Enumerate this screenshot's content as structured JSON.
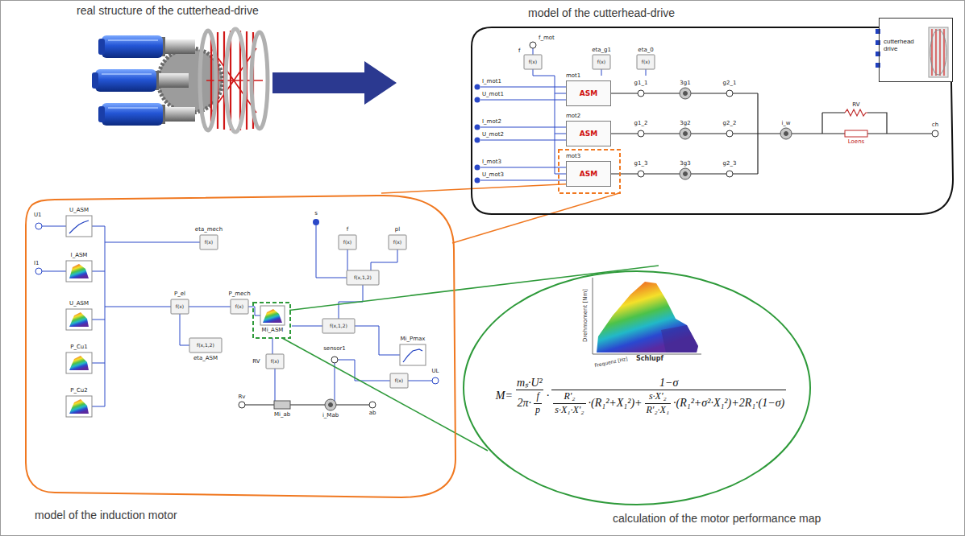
{
  "diagram": {
    "nodes": [
      {
        "text": [
          "model of the cutterhead-drive"
        ]
      },
      {
        "text": [
          "ASM"
        ],
        "in": 0
      },
      {
        "text": [
          "ASM"
        ],
        "in": 0
      },
      {
        "text": [
          "ASM"
        ],
        "in": 0
      },
      {
        "text": [
          "cutterhead drive"
        ],
        "in": 0
      },
      {
        "text": [
          "model of the induction motor"
        ]
      },
      {
        "text": [
          "Mi_ASM"
        ],
        "in": 5
      },
      {
        "text": [
          "calculation of the motor performance map"
        ]
      }
    ],
    "edges": [
      {
        "from": 3,
        "to": 5,
        "arrow": "none"
      },
      {
        "from": 6,
        "to": 7,
        "arrow": "none"
      }
    ],
    "labels": [
      "real structure of the cutterhead-drive",
      "f_mot",
      "f",
      "f(x)",
      "eta_g1",
      "f(x)",
      "eta_0",
      "f(x)",
      "I_mot1",
      "U_mot1",
      "I_mot2",
      "U_mot2",
      "I_mot3",
      "U_mot3",
      "mot1",
      "mot2",
      "mot3",
      "g1_1",
      "3g1",
      "g2_1",
      "g1_2",
      "3g2",
      "g2_2",
      "g1_3",
      "3g3",
      "g2_3",
      "i_w",
      "RV",
      "Loens",
      "ch",
      "U1",
      "I1",
      "U_ASM",
      "I_ASM",
      "U_ASM",
      "P_Cu1",
      "P_Cu2",
      "s",
      "eta_mech",
      "f(x)",
      "f",
      "f(x)",
      "pl",
      "f(x)",
      "f(x,1,2)",
      "P_el",
      "f(x)",
      "P_mech",
      "f(x)",
      "f(x,1,2)",
      "eta_ASM",
      "f(x,1,2)",
      "f(x)",
      "RV",
      "sensor1",
      "Mi_Pmax",
      "f(x)",
      "UL",
      "Rv",
      "Mi_ab",
      "i_Mab",
      "ab",
      "Drehmoment [Nm]",
      "Frequenz [Hz]",
      "Schlupf",
      "M=",
      "mₛ·U²",
      "2π·",
      "f",
      "p",
      "·",
      "1−σ",
      "R'₂",
      "s·X₁·X'₂",
      "·(R₁²+X₁²)+",
      "s·X'₂",
      "R'₂·X₁",
      "·(R₁²+σ²·X₁²)+2R₁·(1−σ)"
    ]
  }
}
